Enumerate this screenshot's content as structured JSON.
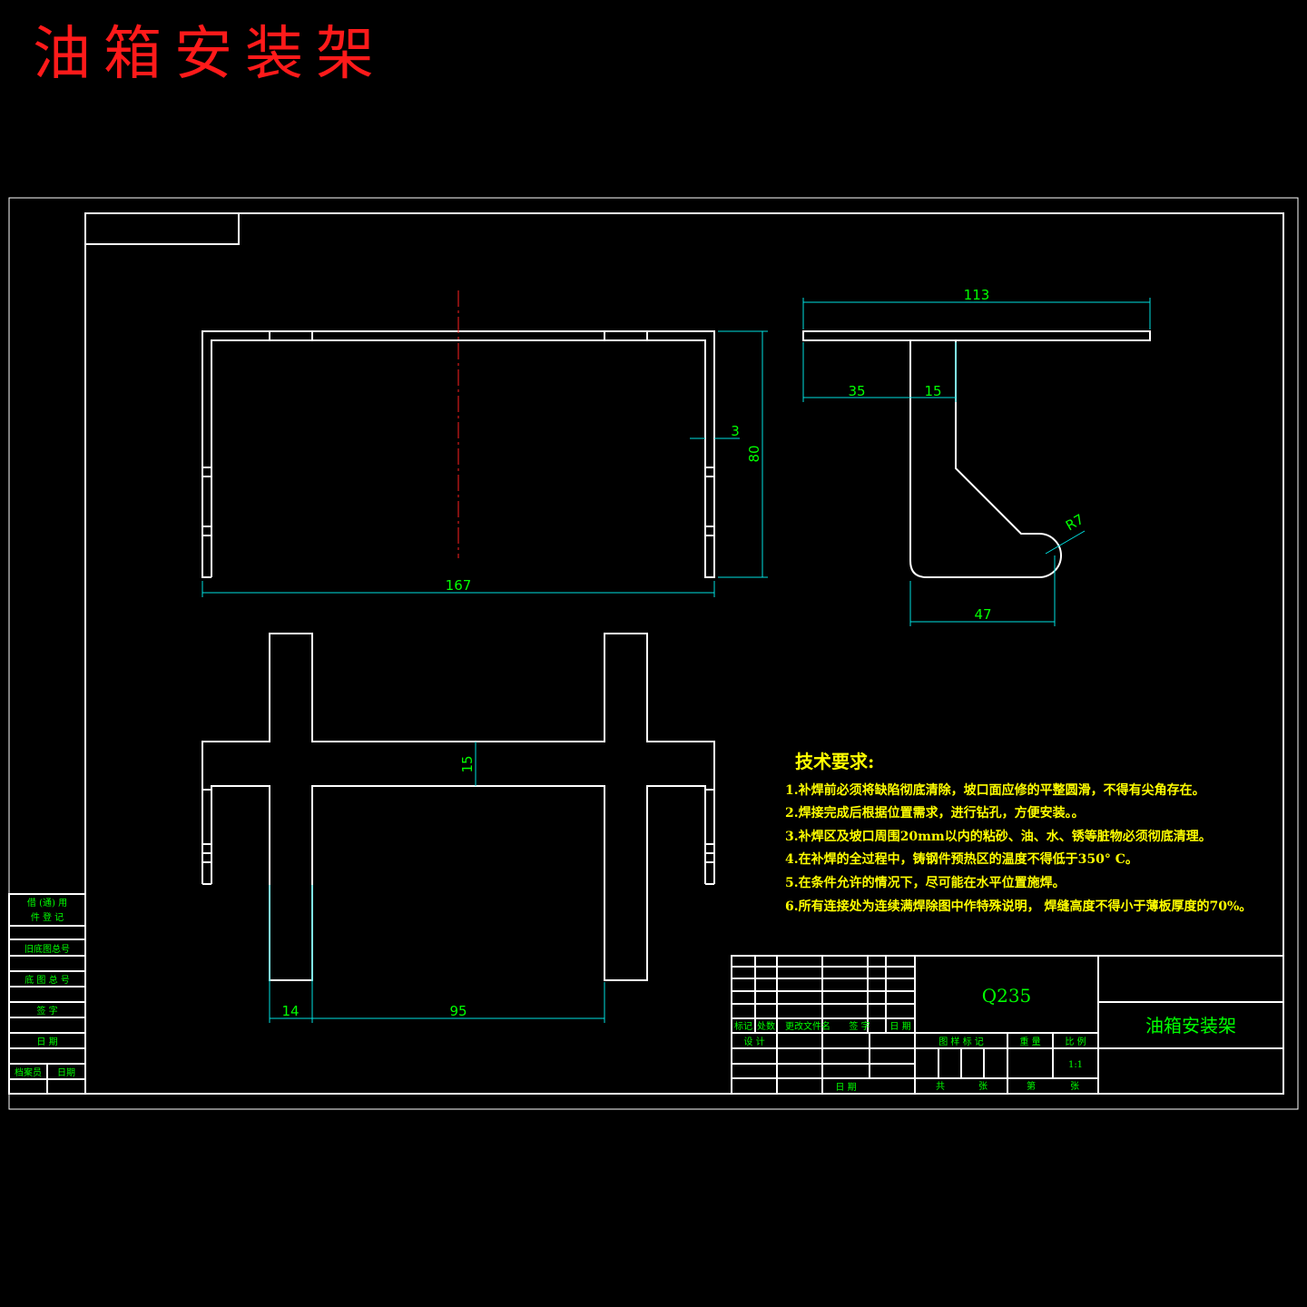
{
  "title": "油箱安装架",
  "dimensions": {
    "front_width": "167",
    "front_height": "80",
    "thickness": "3",
    "side_total": "113",
    "side_left": "35",
    "side_mid": "15",
    "radius": "R7",
    "side_bottom": "47",
    "plan_strip": "15",
    "plan_tab": "14",
    "plan_gap": "95"
  },
  "tech": {
    "heading": "技术要求:",
    "items": [
      "1.补焊前必须将缺陷彻底清除，坡口面应修的平整圆滑，不得有尖角存在。",
      "2.焊接完成后根据位置需求，进行钻孔，方便安装。。",
      "3.补焊区及坡口周围20mm以内的粘砂、油、水、锈等脏物必须彻底清理。",
      "4.在补焊的全过程中，铸钢件预热区的温度不得低于350° C。",
      "5.在条件允许的情况下，尽可能在水平位置施焊。",
      "6.所有连接处为连续满焊除图中作特殊说明， 焊缝高度不得小于薄板厚度的70%。"
    ]
  },
  "title_block": {
    "material": "Q235",
    "part_name": "油箱安装架",
    "rev_headers": [
      "标记",
      "处数",
      "更改文件名",
      "签 字",
      "日 期"
    ],
    "design": "设 计",
    "date": "日 期",
    "stage_mark": "图 样 标 记",
    "weight": "重 量",
    "scale_label": "比 例",
    "scale_value": "1:1",
    "sheets_total": "共",
    "sheets_unit": "张",
    "sheet_no": "第",
    "sheet_unit2": "张"
  },
  "side_table": {
    "row1a": "借 (通) 用",
    "row1b": "件 登 记",
    "row2": "旧底图总号",
    "row3": "底 图 总 号",
    "row4": "签 字",
    "row5": "日 期",
    "row6a": "档案员",
    "row6b": "日期"
  }
}
